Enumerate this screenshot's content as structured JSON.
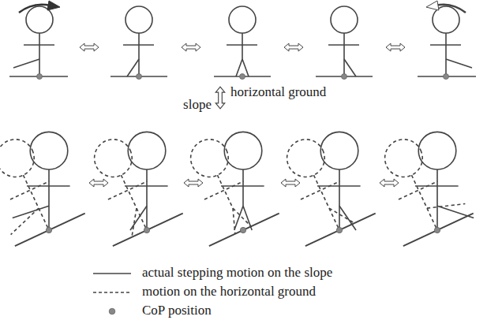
{
  "diagram": {
    "labels": [
      "horizontal ground",
      "slope"
    ],
    "legend": [
      {
        "text": "actual stepping motion on the slope"
      },
      {
        "text": "motion on the horizontal ground"
      },
      {
        "text": "CoP position"
      }
    ]
  }
}
